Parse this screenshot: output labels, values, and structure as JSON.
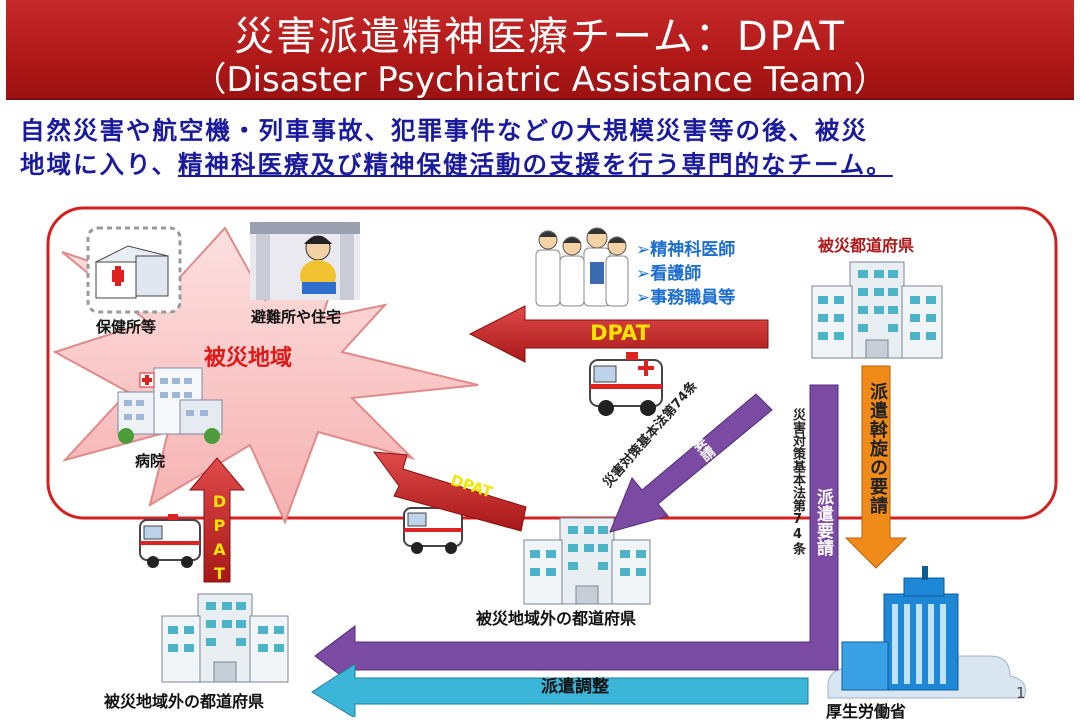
{
  "title_line1": "災害派遣精神医療チーム：DPAT",
  "title_line2": "（Disaster Psychiatric Assistance Team）",
  "description": {
    "line1": "自然災害や航空機・列車事故、犯罪事件などの大規模災害等の後、被災",
    "line2_plain": "地域に入り、",
    "line2_underlined": "精神科医療及び精神保健活動の支援を行う専門的なチーム。"
  },
  "labels": {
    "health_center": "保健所等",
    "shelter": "避難所や住宅",
    "disaster_area": "被災地域",
    "hospital": "病院",
    "affected_pref": "被災都道府県",
    "outside_pref_center": "被災地域外の都道府県",
    "outside_pref_left": "被災地域外の都道府県",
    "ministry": "厚生労働省",
    "page_number": "1"
  },
  "team_members": [
    "➢精神科医師",
    "➢看護師",
    "➢事務職員等"
  ],
  "arrows": {
    "dpat_top": "DPAT",
    "dpat_middle": "DPAT",
    "dpat_left_vertical": "DPAT",
    "dispatch_request_diag": "派遣要請",
    "law_diag": "災害対策基本法第74条",
    "law_vertical": "災害対策基本法第74条",
    "dispatch_request_vertical": "派遣要請",
    "mediation_request": "派遣斡旋の要請",
    "dispatch_coordination": "派遣調整"
  },
  "colors": {
    "title_bg": "#b01818",
    "desc_text": "#1a1a9c",
    "frame": "#d42020",
    "red_arrow": "#c42525",
    "orange_arrow": "#f08a18",
    "purple_arrow": "#7b4aa3",
    "blue_arrow": "#3bb5d8"
  }
}
